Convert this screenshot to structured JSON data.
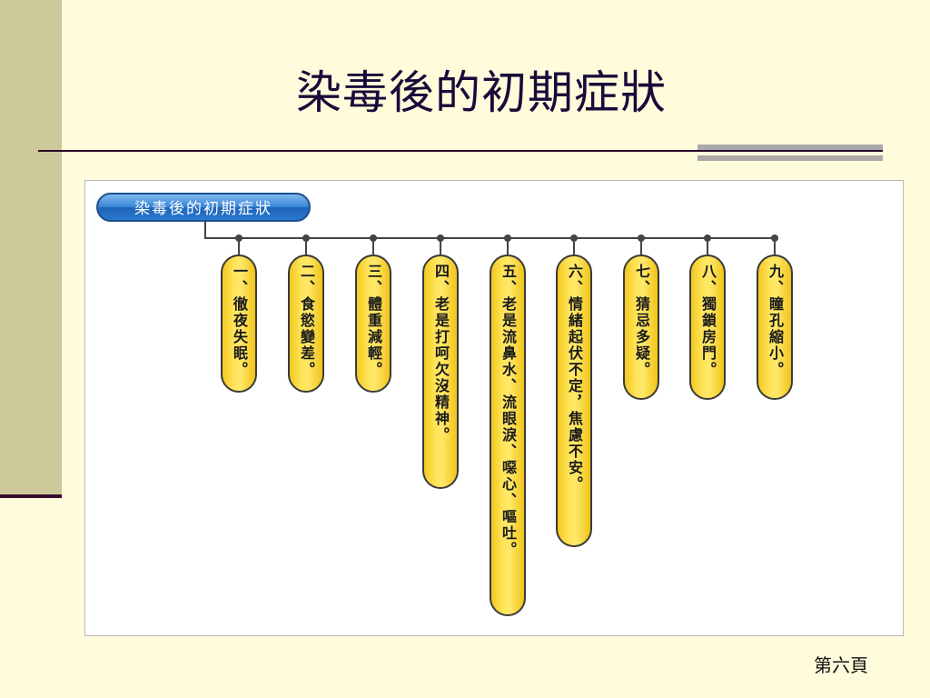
{
  "slide": {
    "title": "染毒後的初期症狀",
    "page_number": "第六頁"
  },
  "diagram": {
    "root_label": "染毒後的初期症狀",
    "items": [
      {
        "text": "一、徹夜失眠。"
      },
      {
        "text": "二、食慾變差。"
      },
      {
        "text": "三、體重減輕。"
      },
      {
        "text": "四、老是打呵欠沒精神。"
      },
      {
        "text": "五、老是流鼻水、流眼淚、噁心、嘔吐。"
      },
      {
        "text": "六、情緒起伏不定，焦慮不安。"
      },
      {
        "text": "七、猜忌多疑。"
      },
      {
        "text": "八、獨鎖房門。"
      },
      {
        "text": "九、瞳孔縮小。"
      }
    ]
  }
}
